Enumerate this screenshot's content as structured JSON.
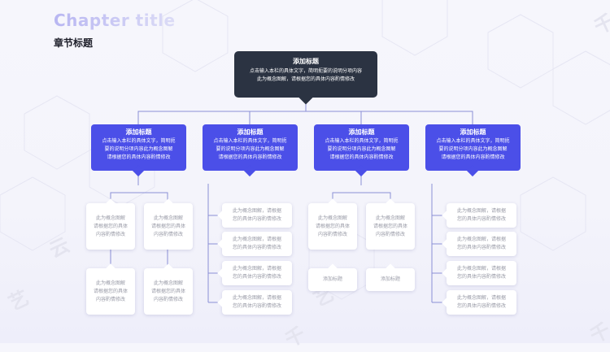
{
  "header": {
    "chapter_title": "Chapter title",
    "subtitle": "章节标题"
  },
  "root": {
    "title": "添加标题",
    "body_line1": "点击输入本栏的具体文字，简明扼要的说明分项内容",
    "body_line2": "此为概念图解，请根据您的具体内容酌情修改"
  },
  "branches": [
    {
      "title": "添加标题",
      "lines": [
        "点击输入本栏的具体文字，简明扼",
        "要的说明分项内容此为概念图解",
        "请根据您的具体内容酌情修改"
      ]
    },
    {
      "title": "添加标题",
      "lines": [
        "点击输入本栏的具体文字，简明扼",
        "要的说明分项内容此为概念图解",
        "请根据您的具体内容酌情修改"
      ]
    },
    {
      "title": "添加标题",
      "lines": [
        "点击输入本栏的具体文字，简明扼",
        "要的说明分项内容此为概念图解",
        "请根据您的具体内容酌情修改"
      ]
    },
    {
      "title": "添加标题",
      "lines": [
        "点击输入本栏的具体文字，简明扼",
        "要的说明分项内容此为概念图解",
        "请根据您的具体内容酌情修改"
      ]
    }
  ],
  "cards": {
    "b1": [
      [
        "此为概念图解",
        "请根据您的具体",
        "内容酌情修改"
      ],
      [
        "此为概念图解",
        "请根据您的具体",
        "内容酌情修改"
      ],
      [
        "此为概念图解",
        "请根据您的具体",
        "内容酌情修改"
      ],
      [
        "此为概念图解",
        "请根据您的具体",
        "内容酌情修改"
      ]
    ],
    "b2": [
      [
        "此为概念图解，请根据",
        "您的具体内容酌情修改"
      ],
      [
        "此为概念图解，请根据",
        "您的具体内容酌情修改"
      ],
      [
        "此为概念图解，请根据",
        "您的具体内容酌情修改"
      ],
      [
        "此为概念图解，请根据",
        "您的具体内容酌情修改"
      ]
    ],
    "b3_top": [
      [
        "此为概念图解",
        "请根据您的具体",
        "内容酌情修改"
      ],
      [
        "此为概念图解",
        "请根据您的具体",
        "内容酌情修改"
      ]
    ],
    "b3_bottom": [
      "添加标题",
      "添加标题"
    ],
    "b4": [
      [
        "此为概念图解，请根据",
        "您的具体内容酌情修改"
      ],
      [
        "此为概念图解，请根据",
        "您的具体内容酌情修改"
      ],
      [
        "此为概念图解，请根据",
        "您的具体内容酌情修改"
      ],
      [
        "此为概念图解，请根据",
        "您的具体内容酌情修改"
      ]
    ]
  },
  "watermark_chars": [
    "艺",
    "云",
    "千",
    "艺",
    "千",
    "千"
  ],
  "colors": {
    "root_bg": "#2b3342",
    "branch_bg": "#4b4fe8",
    "line": "#8a8fd6"
  }
}
